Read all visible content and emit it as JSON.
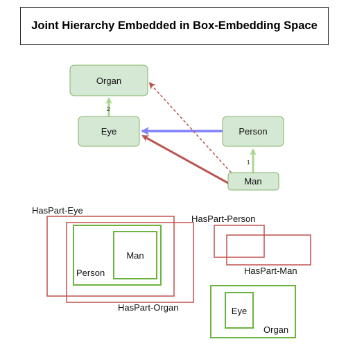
{
  "title": "Joint Hierarchy Embedded in Box-Embedding Space",
  "colors": {
    "node_fill": "#d5e8d4",
    "node_stroke": "#82b366",
    "red": "#b85450",
    "blue": "#8080ff",
    "green_arrow": "#a9d68d",
    "green_box": "#6db33f",
    "red_box": "#c0504d"
  },
  "graph": {
    "nodes": {
      "organ": "Organ",
      "eye": "Eye",
      "person": "Person",
      "man": "Man"
    },
    "edges": {
      "eye_organ_num": "2",
      "man_person_num": "1"
    }
  },
  "boxes": {
    "haspart_eye": "HasPart-Eye",
    "haspart_organ": "HasPart-Organ",
    "person": "Person",
    "man": "Man",
    "haspart_person": "HasPart-Person",
    "haspart_man": "HasPart-Man",
    "eye": "Eye",
    "organ": "Organ"
  }
}
